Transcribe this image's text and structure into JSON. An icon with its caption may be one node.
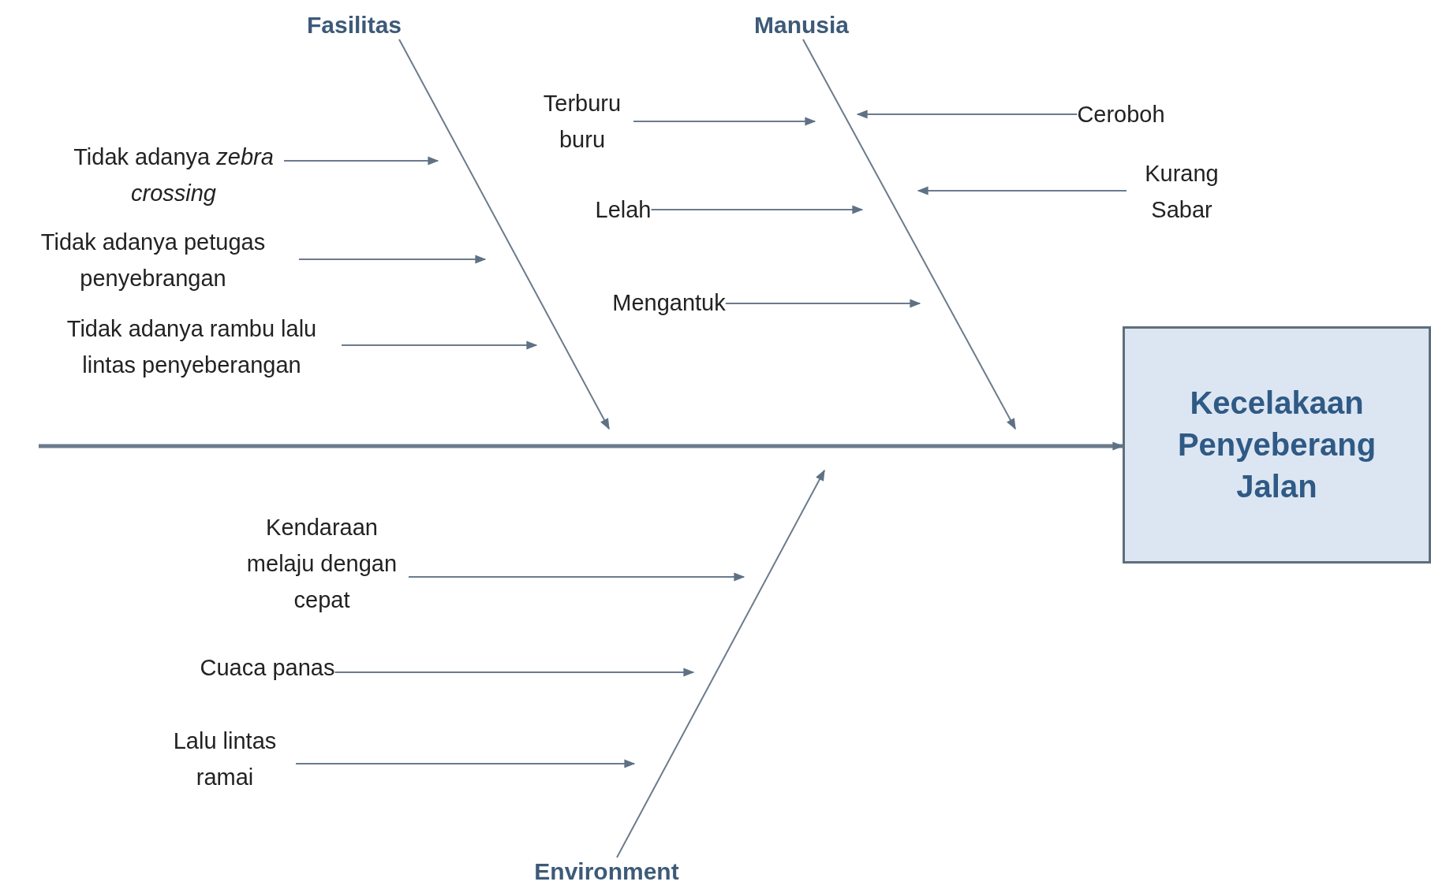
{
  "diagram": {
    "nodes": [
      {
        "text": [
          "Fasilitas"
        ]
      },
      {
        "text": [
          "Manusia"
        ]
      },
      {
        "text": [
          "Environment"
        ]
      },
      {
        "text": [
          "Kecelakaan Penyeberang Jalan"
        ]
      },
      {
        "text": [
          "Tidak adanya *zebra crossing*"
        ]
      },
      {
        "text": [
          "Tidak adanya petugas penyebrangan"
        ]
      },
      {
        "text": [
          "Tidak adanya rambu lalu lintas penyeberangan"
        ]
      },
      {
        "text": [
          "Terburu buru"
        ]
      },
      {
        "text": [
          "Ceroboh"
        ]
      },
      {
        "text": [
          "Lelah"
        ]
      },
      {
        "text": [
          "Kurang Sabar"
        ]
      },
      {
        "text": [
          "Mengantuk"
        ]
      },
      {
        "text": [
          "Kendaraan melaju dengan cepat"
        ]
      },
      {
        "text": [
          "Cuaca panas"
        ]
      },
      {
        "text": [
          "Lalu lintas ramai"
        ]
      }
    ],
    "edges": [
      {
        "from": null,
        "to": 3,
        "arrow": "to",
        "style": "thick"
      },
      {
        "from": 0,
        "to": null,
        "arrow": "to"
      },
      {
        "from": 1,
        "to": null,
        "arrow": "to"
      },
      {
        "from": 2,
        "to": null,
        "arrow": "to"
      },
      {
        "from": 4,
        "to": null,
        "arrow": "to"
      },
      {
        "from": 5,
        "to": null,
        "arrow": "to"
      },
      {
        "from": 6,
        "to": null,
        "arrow": "to"
      },
      {
        "from": 7,
        "to": null,
        "arrow": "to"
      },
      {
        "from": 8,
        "to": null,
        "arrow": "to"
      },
      {
        "from": 9,
        "to": null,
        "arrow": "to"
      },
      {
        "from": 10,
        "to": null,
        "arrow": "to"
      },
      {
        "from": 11,
        "to": null,
        "arrow": "to"
      },
      {
        "from": 12,
        "to": null,
        "arrow": "to"
      },
      {
        "from": 13,
        "to": null,
        "arrow": "to"
      },
      {
        "from": 14,
        "to": null,
        "arrow": "to"
      }
    ]
  }
}
